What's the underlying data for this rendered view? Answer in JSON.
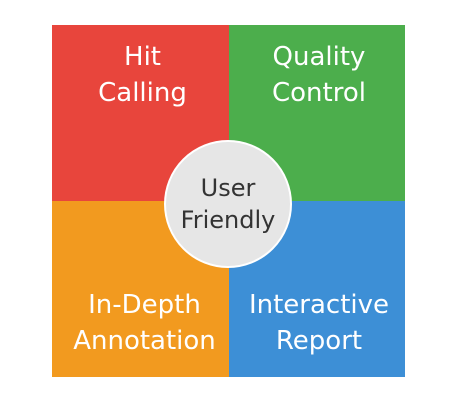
{
  "quadrants": {
    "top_left": {
      "line1": "Hit",
      "line2": "Calling",
      "color": "#e8453c"
    },
    "top_right": {
      "line1": "Quality",
      "line2": "Control",
      "color": "#4cae4c"
    },
    "bottom_left": {
      "line1": "In-Depth",
      "line2": "Annotation",
      "color": "#f29a1f"
    },
    "bottom_right": {
      "line1": "Interactive",
      "line2": "Report",
      "color": "#3d8fd6"
    }
  },
  "center": {
    "line1": "User",
    "line2": "Friendly",
    "color": "#e6e6e6"
  }
}
